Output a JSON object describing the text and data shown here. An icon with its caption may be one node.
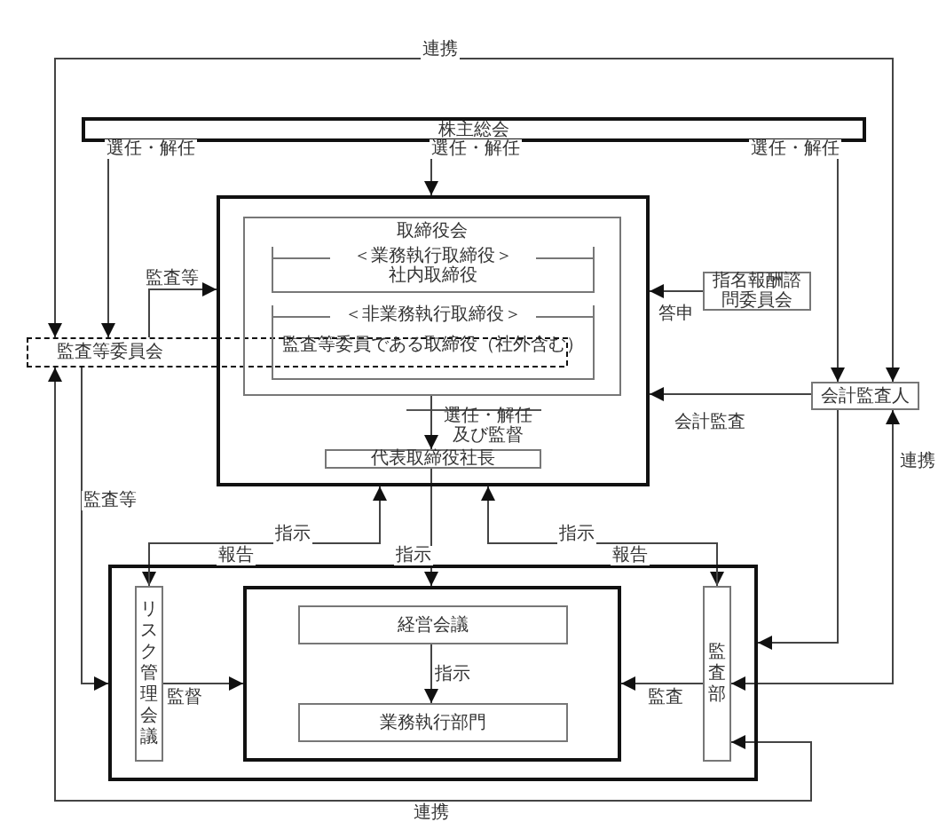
{
  "diagram": {
    "nodes": [
      {
        "text": [
          "株主総会"
        ]
      },
      {
        "text": [],
        "shape": "box"
      },
      {
        "text": [
          "取締役会"
        ],
        "in": 1
      },
      {
        "text": [
          "＜業務執行取締役＞",
          "社内取締役"
        ],
        "in": 2
      },
      {
        "text": [
          "＜非業務執行取締役＞",
          "監査等委員である取締役（社外含む）"
        ],
        "in": 2
      },
      {
        "text": [
          "代表取締役社長"
        ],
        "in": 1
      },
      {
        "text": [
          "監査等委員会"
        ]
      },
      {
        "text": [
          "指名報酬諮問委員会"
        ]
      },
      {
        "text": [
          "会計監査人"
        ]
      },
      {
        "text": [],
        "shape": "box"
      },
      {
        "text": [
          "リスク管理会議"
        ],
        "in": 9
      },
      {
        "text": [],
        "shape": "box",
        "in": 9
      },
      {
        "text": [
          "経営会議"
        ],
        "in": 11
      },
      {
        "text": [
          "業務執行部門"
        ],
        "in": 11
      },
      {
        "text": [
          "監査部"
        ],
        "in": 9
      }
    ],
    "edges": [
      {
        "from": 6,
        "to": 8,
        "arrow": "both",
        "label": "連携"
      },
      {
        "from": 0,
        "to": 6,
        "arrow": "to",
        "label": "選任・解任"
      },
      {
        "from": 0,
        "to": 1,
        "arrow": "to",
        "label": "選任・解任"
      },
      {
        "from": 0,
        "to": 8,
        "arrow": "to",
        "label": "選任・解任"
      },
      {
        "from": 6,
        "to": 1,
        "arrow": "to",
        "label": "監査等"
      },
      {
        "from": 7,
        "to": 1,
        "arrow": "to",
        "label": "答申"
      },
      {
        "from": 8,
        "to": 1,
        "arrow": "to",
        "label": "会計監査"
      },
      {
        "from": 2,
        "to": 5,
        "arrow": "to",
        "label": "選任・解任及び監督"
      },
      {
        "from": 1,
        "to": 10,
        "arrow": "to",
        "label": "指示"
      },
      {
        "from": 10,
        "to": 1,
        "arrow": "to",
        "label": "報告"
      },
      {
        "from": 1,
        "to": 14,
        "arrow": "to",
        "label": "指示"
      },
      {
        "from": 14,
        "to": 1,
        "arrow": "to",
        "label": "報告"
      },
      {
        "from": 5,
        "to": 11,
        "arrow": "to",
        "label": "指示"
      },
      {
        "from": 12,
        "to": 13,
        "arrow": "to",
        "label": "指示"
      },
      {
        "from": 10,
        "to": 11,
        "arrow": "to",
        "label": "監督"
      },
      {
        "from": 14,
        "to": 11,
        "arrow": "to",
        "label": "監査"
      },
      {
        "from": 6,
        "to": 9,
        "arrow": "to",
        "label": "監査等"
      },
      {
        "from": 8,
        "to": 9,
        "arrow": "to"
      },
      {
        "from": 14,
        "to": 8,
        "arrow": "both",
        "label": "連携"
      },
      {
        "from": 6,
        "to": 14,
        "arrow": "both",
        "label": "連携"
      }
    ]
  }
}
